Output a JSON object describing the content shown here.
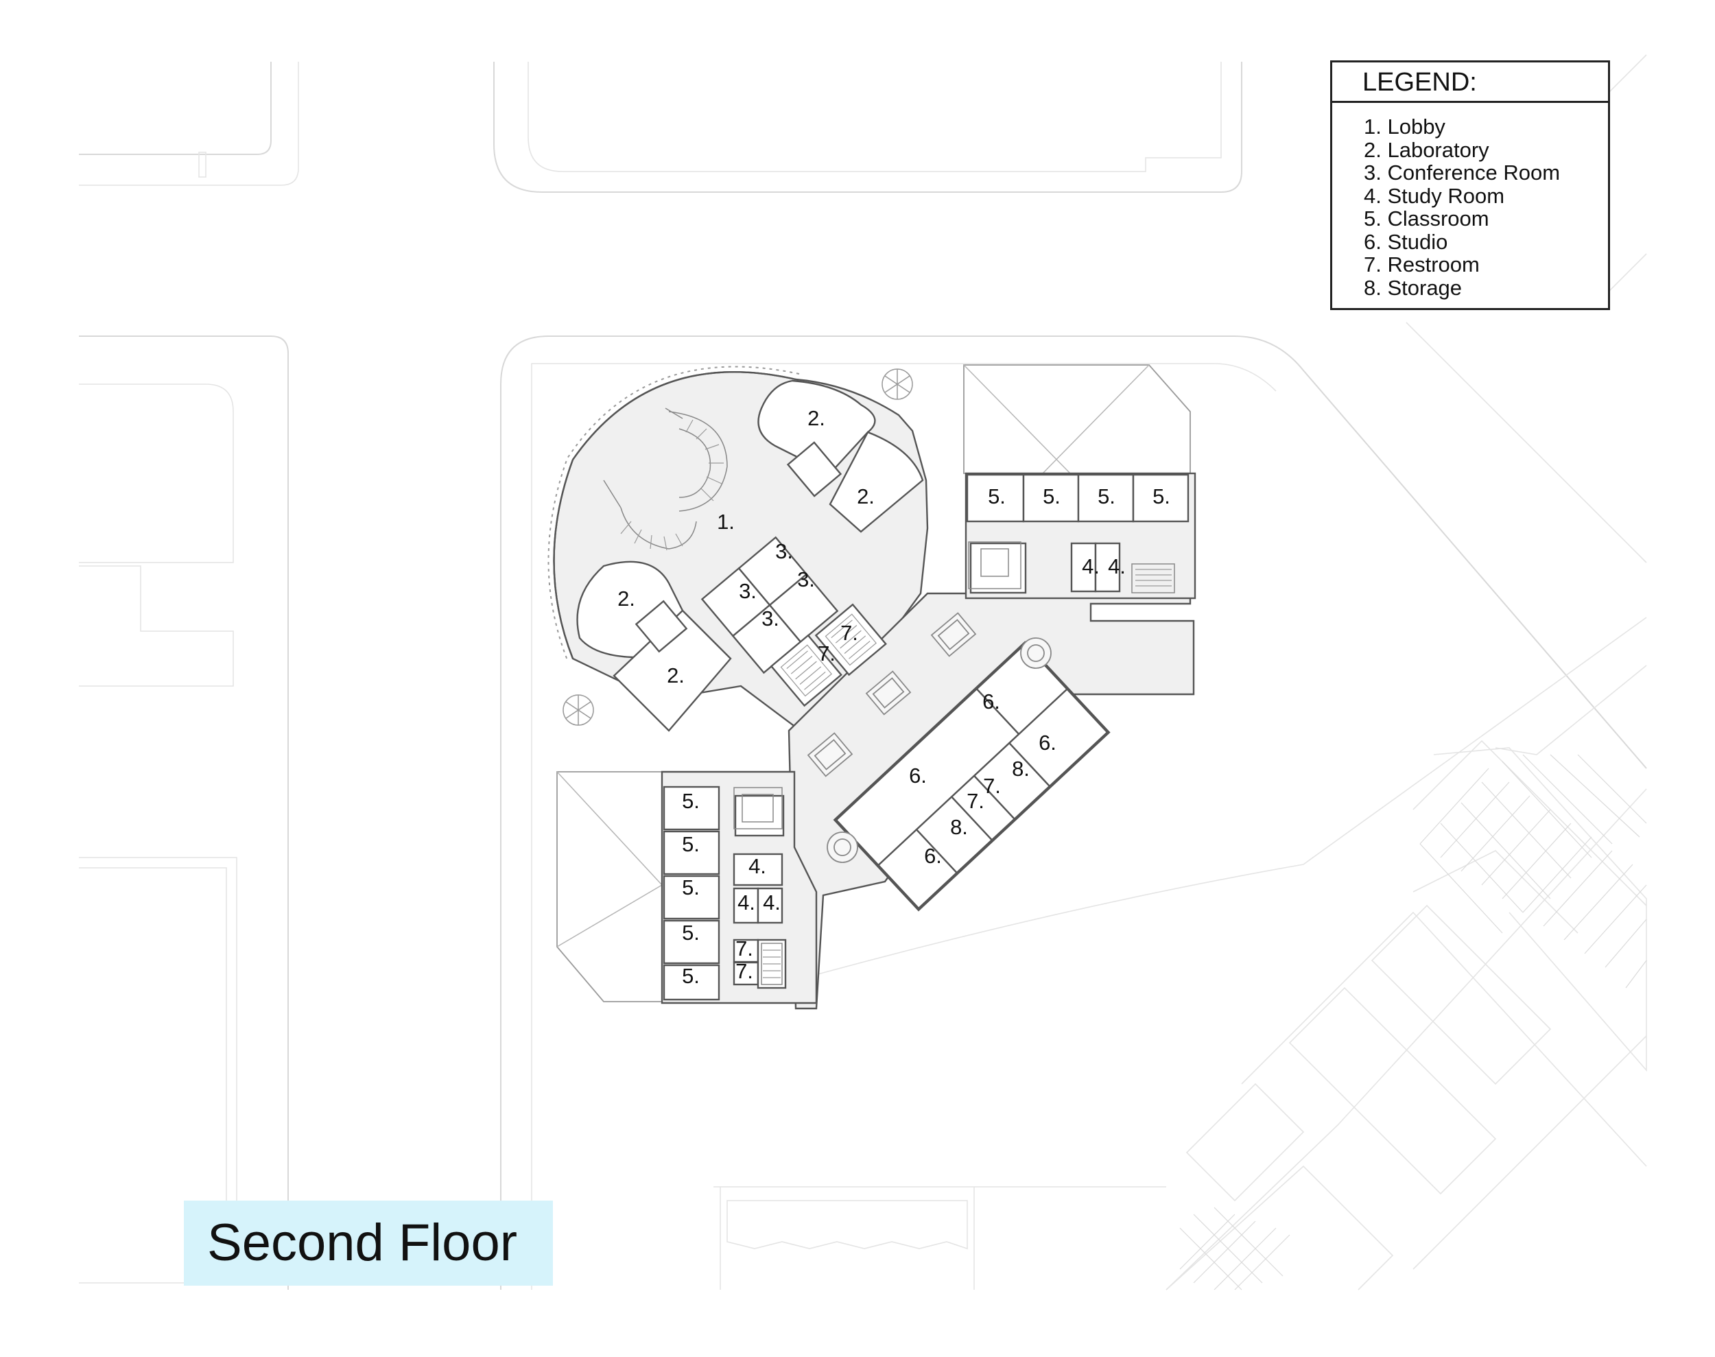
{
  "legend": {
    "title": "LEGEND:",
    "items": [
      "1. Lobby",
      "2. Laboratory",
      "3. Conference Room",
      "4. Study Room",
      "5. Classroom",
      "6. Studio",
      "7. Restroom",
      "8. Storage"
    ]
  },
  "floor_title": "Second Floor",
  "room_labels": {
    "lobby": "1.",
    "lab_a": "2.",
    "lab_b": "2.",
    "lab_c": "2.",
    "lab_d": "2.",
    "conf_a": "3.",
    "conf_b": "3.",
    "conf_c": "3.",
    "conf_d": "3.",
    "ne_class_a": "5.",
    "ne_class_b": "5.",
    "ne_class_c": "5.",
    "ne_class_d": "5.",
    "ne_study_a": "4.",
    "ne_study_b": "4.",
    "core_rest_a": "7.",
    "core_rest_b": "7.",
    "studio_a": "6.",
    "studio_b": "6.",
    "studio_c": "6.",
    "studio_d": "6.",
    "storage_a": "8.",
    "storage_b": "8.",
    "se_rest_a": "7.",
    "se_rest_b": "7.",
    "sw_class_a": "5.",
    "sw_class_b": "5.",
    "sw_class_c": "5.",
    "sw_class_d": "5.",
    "sw_class_e": "5.",
    "sw_study_a": "4.",
    "sw_study_b": "4.",
    "sw_study_c": "4.",
    "sw_rest_a": "7.",
    "sw_rest_b": "7."
  }
}
